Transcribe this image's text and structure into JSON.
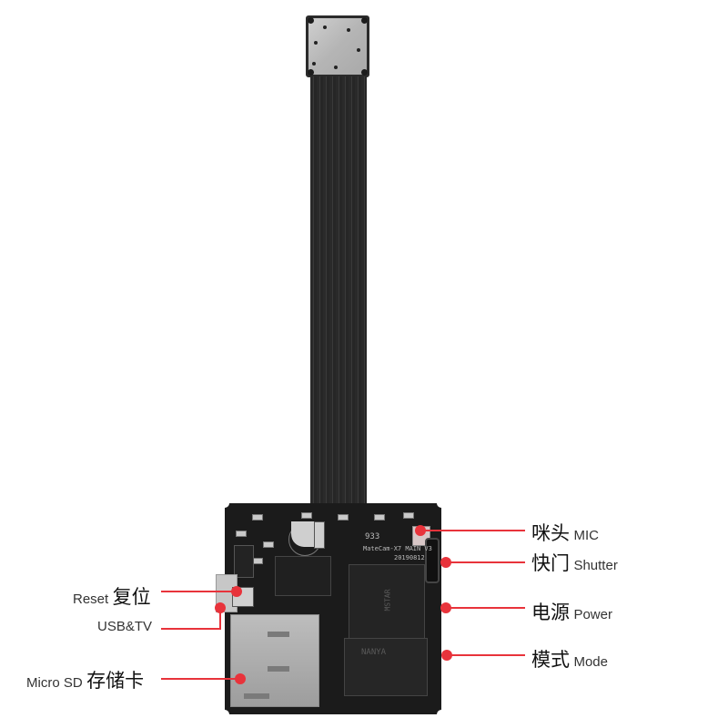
{
  "product": {
    "board_marking": "MateCam-X7 MAIN V3",
    "board_date": "20190812",
    "board_code": "933",
    "main_chip_marking": "MSTAR",
    "memory_chip_marking": "NANYA"
  },
  "callouts": {
    "right": [
      {
        "id": "mic",
        "cn": "咪头",
        "en": "MIC"
      },
      {
        "id": "shutter",
        "cn": "快门",
        "en": "Shutter"
      },
      {
        "id": "power",
        "cn": "电源",
        "en": "Power"
      },
      {
        "id": "mode",
        "cn": "模式",
        "en": "Mode"
      }
    ],
    "left": [
      {
        "id": "reset",
        "en": "Reset",
        "cn": "复位"
      },
      {
        "id": "usb",
        "en": "USB&TV",
        "cn": ""
      },
      {
        "id": "microsd",
        "en": "Micro SD",
        "cn": "存储卡"
      }
    ]
  },
  "colors": {
    "callout_red": "#e8333b",
    "board_black": "#1b1b1b",
    "cable_black": "#2a2a2a"
  }
}
